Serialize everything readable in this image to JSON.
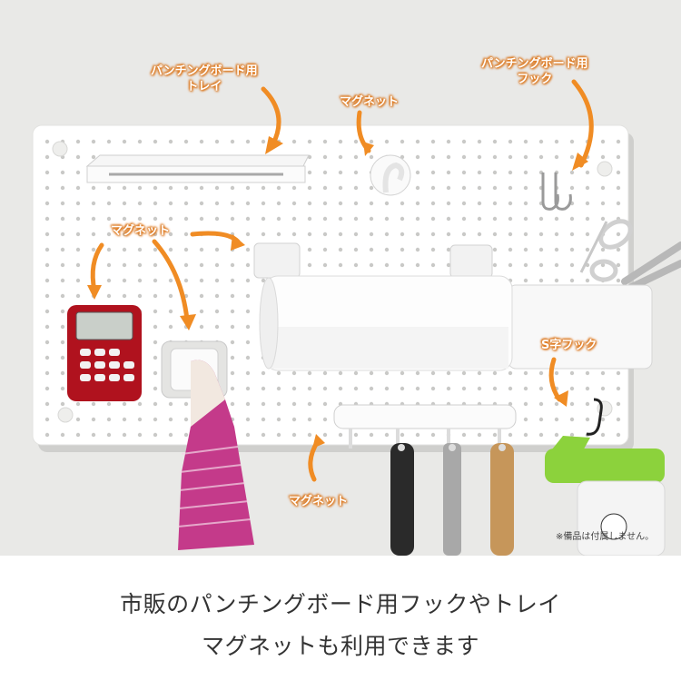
{
  "callouts": {
    "tray": [
      "パンチングボード用",
      "トレイ"
    ],
    "hook": [
      "パンチングボード用",
      "フック"
    ],
    "magnet_top": "マグネット",
    "magnet_left": "マグネット",
    "s_hook": "S字フック",
    "magnet_bottom": "マグネット"
  },
  "note": "※備品は付属しません。",
  "caption": {
    "line1": "市販のパンチングボード用フックやトレイ",
    "line2": "マグネットも利用できます"
  },
  "colors": {
    "accent_orange": "#f08c24",
    "board": "#ffffff",
    "timer_red": "#b0121e",
    "spray_green": "#8cd23c"
  }
}
